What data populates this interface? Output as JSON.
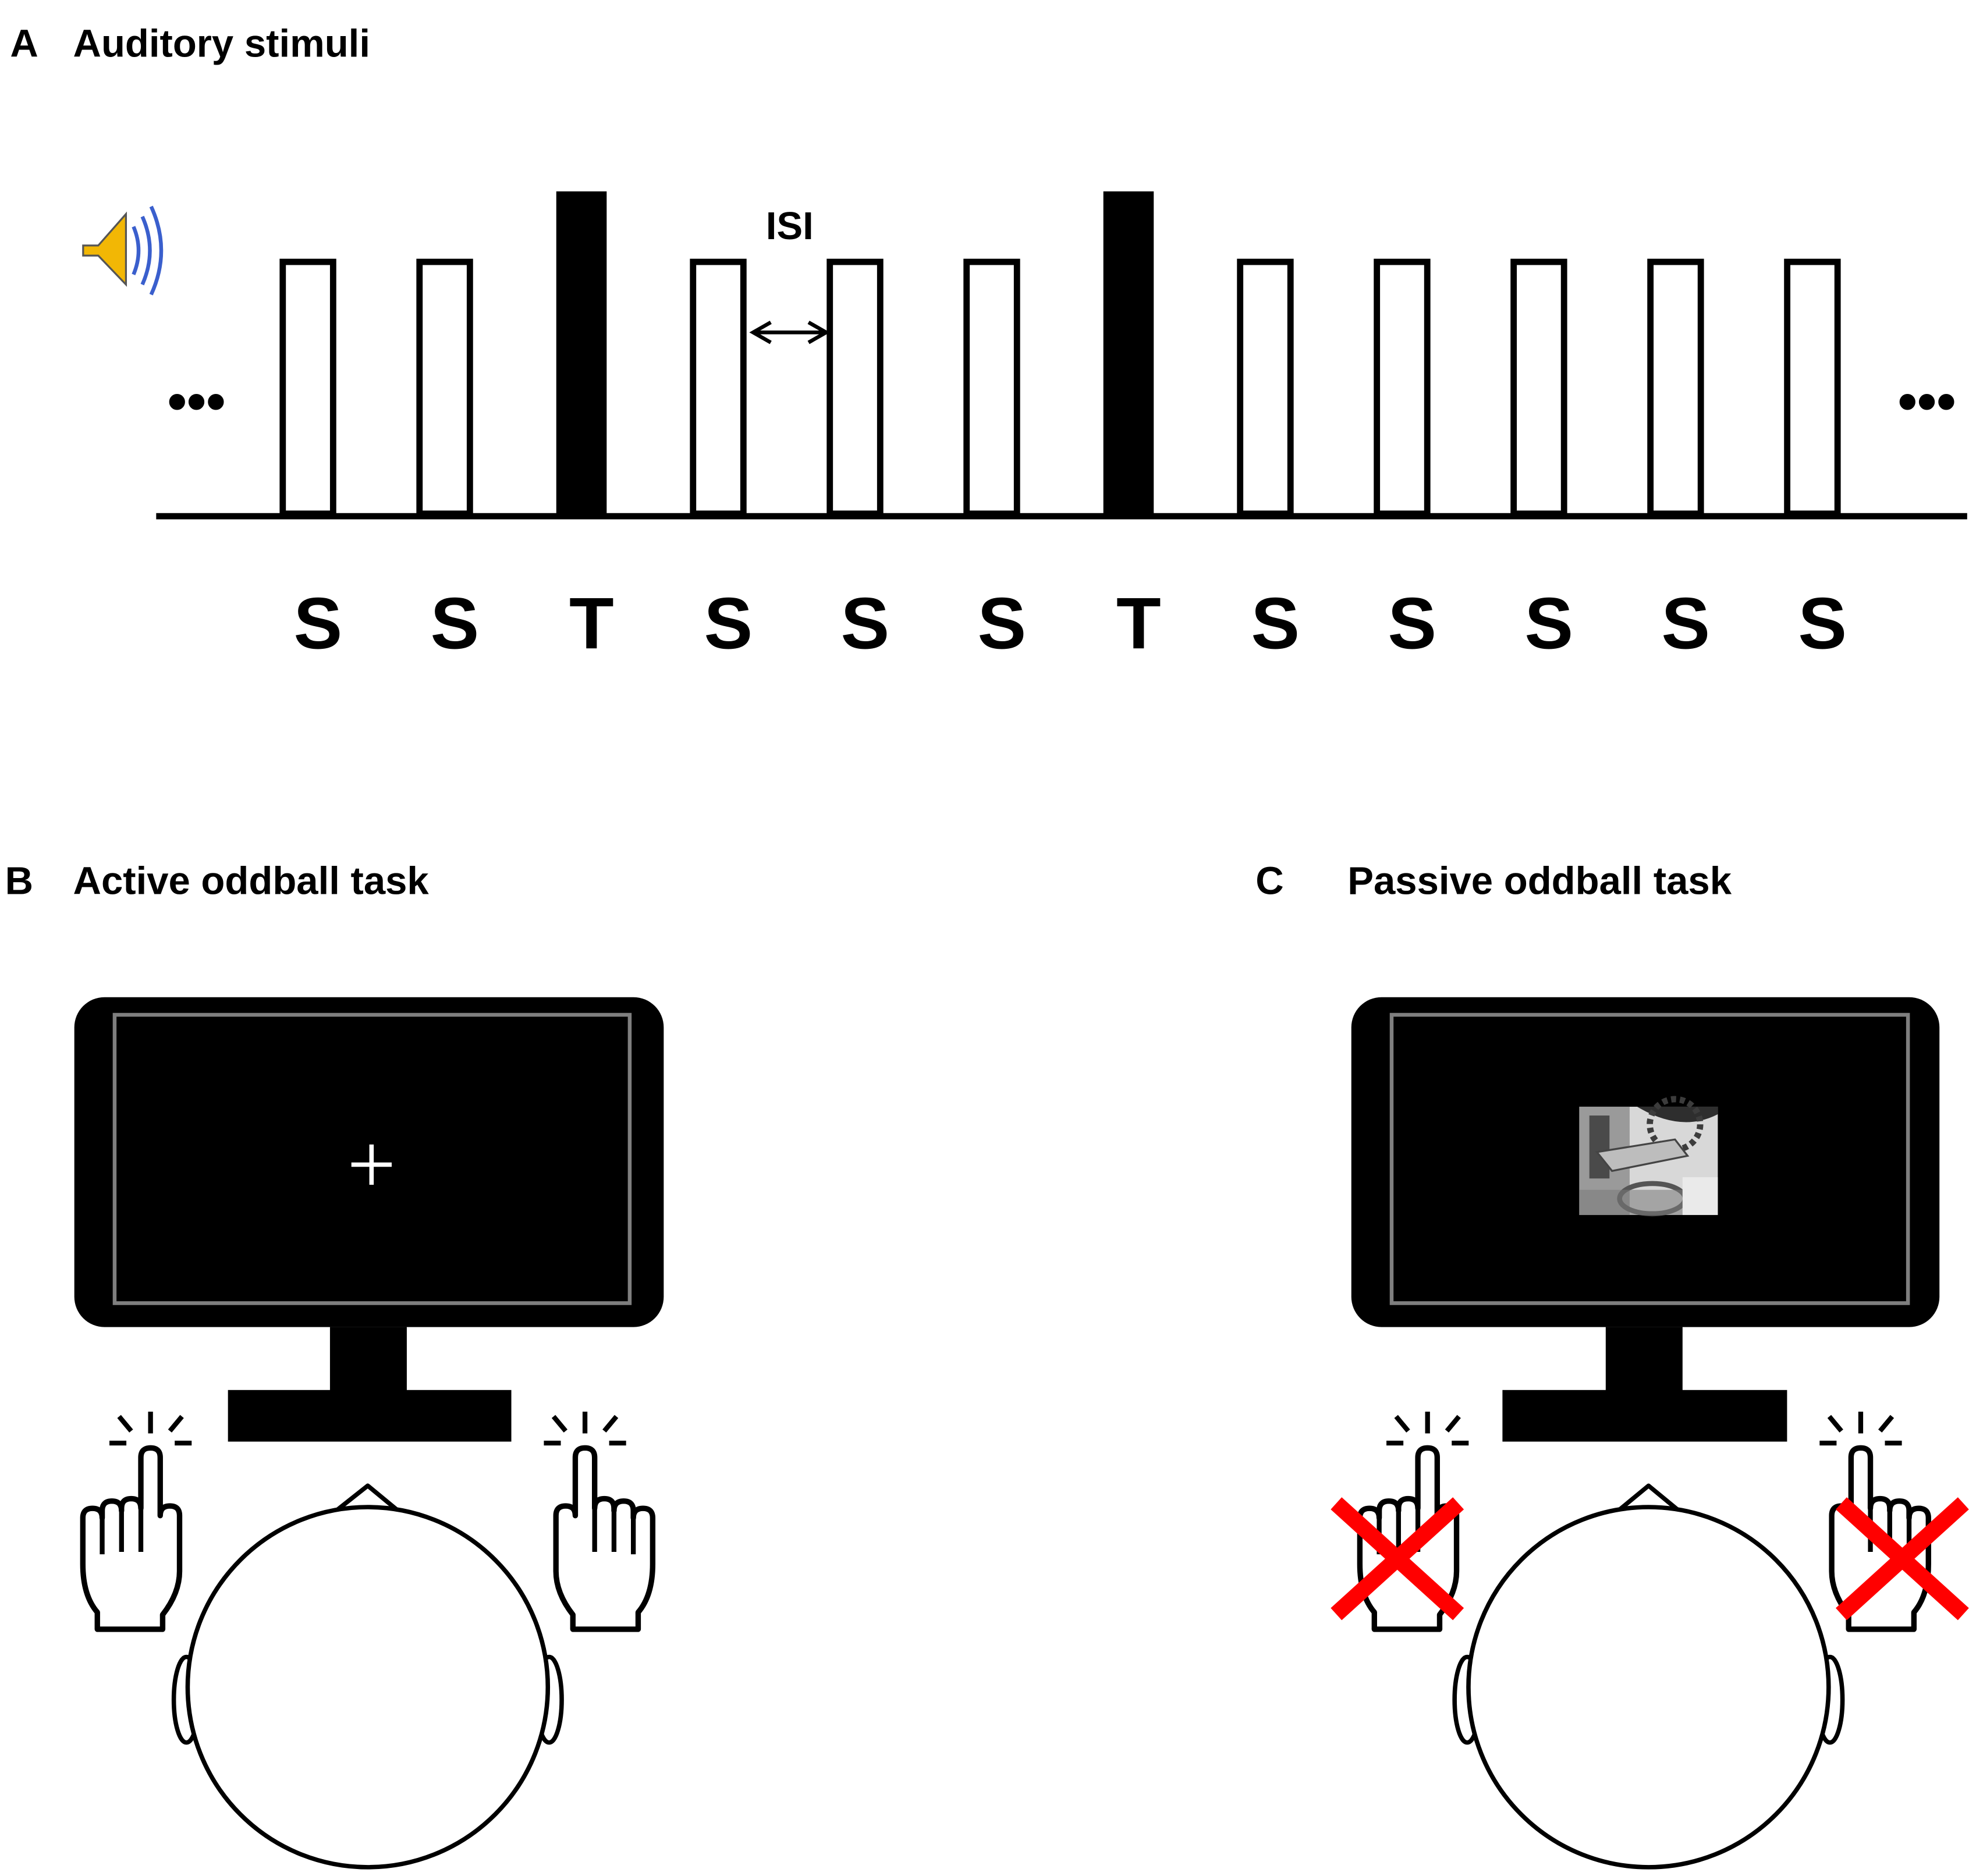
{
  "panel_a": {
    "letter": "A",
    "title": "Auditory stimuli",
    "isi_label": "ISI",
    "ellipsis_left": "•••",
    "ellipsis_right": "•••",
    "sequence": [
      "S",
      "S",
      "T",
      "S",
      "S",
      "S",
      "T",
      "S",
      "S",
      "S",
      "S",
      "S"
    ]
  },
  "panel_b": {
    "letter": "B",
    "title": "Active oddball task",
    "screen_content": "fixation-cross",
    "response": "button-press"
  },
  "panel_c": {
    "letter": "C",
    "title": "Passive oddball task",
    "screen_content": "silent-movie",
    "response": "no-button-press"
  },
  "colors": {
    "ink": "#000000",
    "screen_border": "#7f7f7f",
    "cross_out": "#ff0000",
    "speaker_cone": "#f2b705",
    "speaker_waves": "#3a5fcd"
  }
}
